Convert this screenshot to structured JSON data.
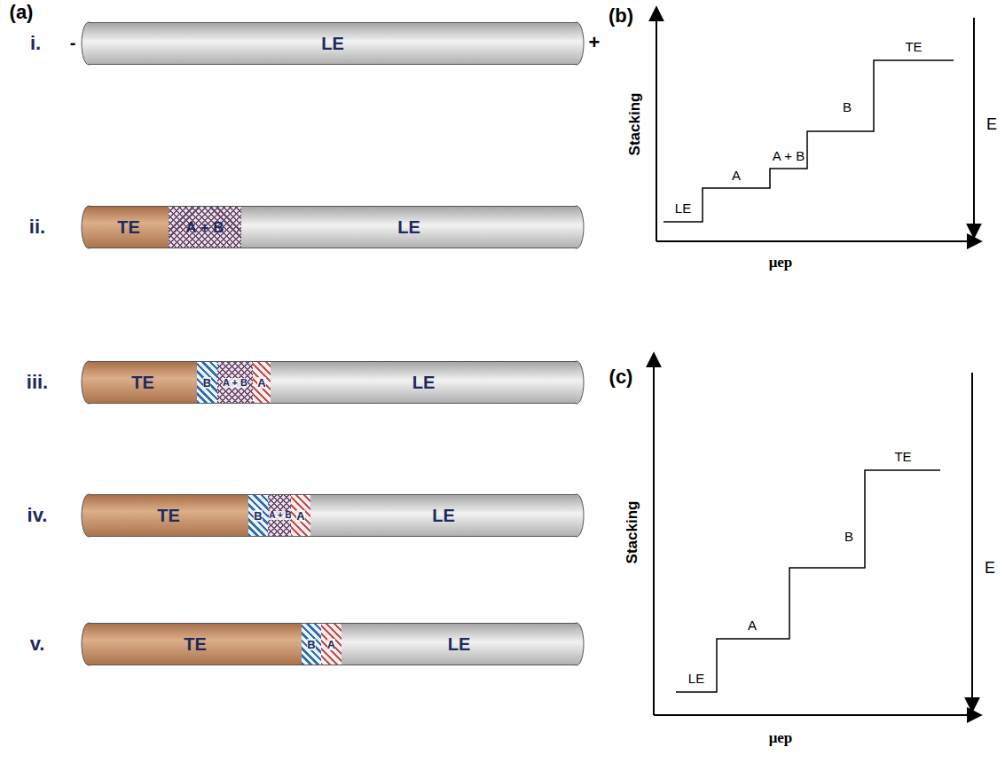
{
  "diagram": {
    "nodes": [
      {
        "text": [
          "LE"
        ]
      },
      {
        "text": [
          "TE"
        ]
      },
      {
        "text": [
          "A + B"
        ]
      },
      {
        "text": [
          "LE"
        ]
      },
      {
        "text": [
          "TE"
        ]
      },
      {
        "text": [
          "B"
        ]
      },
      {
        "text": [
          "A + B"
        ]
      },
      {
        "text": [
          "A"
        ]
      },
      {
        "text": [
          "LE"
        ]
      },
      {
        "text": [
          "TE"
        ]
      },
      {
        "text": [
          "B"
        ]
      },
      {
        "text": [
          "A + B"
        ]
      },
      {
        "text": [
          "A"
        ]
      },
      {
        "text": [
          "LE"
        ]
      },
      {
        "text": [
          "TE"
        ]
      },
      {
        "text": [
          "B"
        ]
      },
      {
        "text": [
          "A"
        ]
      },
      {
        "text": [
          "LE"
        ]
      }
    ],
    "labels": [
      "(a)",
      "i.",
      "-",
      "+",
      "ii.",
      "iii.",
      "iv.",
      "v.",
      "(b)",
      "Stacking",
      "LE",
      "A",
      "A + B",
      "B",
      "TE",
      "μep",
      "E",
      "(c)",
      "Stacking",
      "LE",
      "A",
      "B",
      "TE",
      "μep",
      "E"
    ]
  }
}
